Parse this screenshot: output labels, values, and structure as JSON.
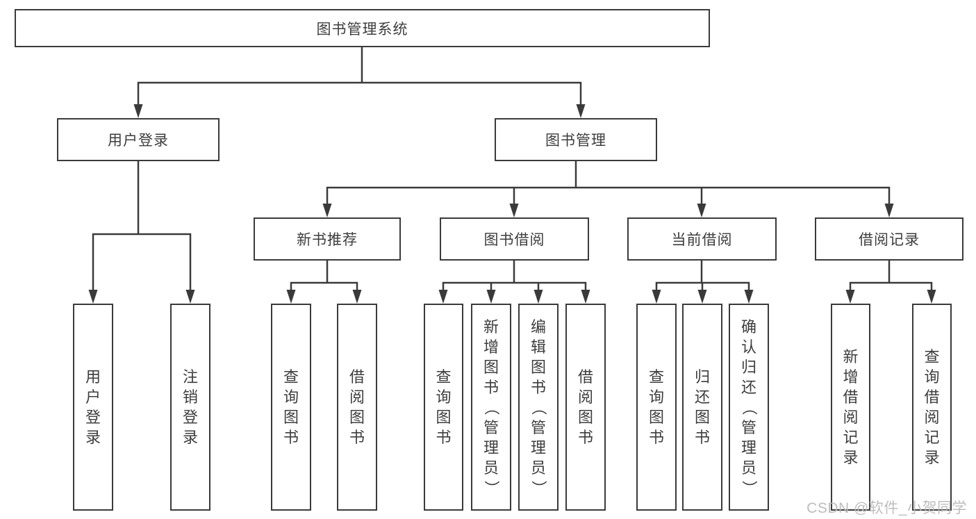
{
  "tree": {
    "root": "图书管理系统",
    "branches": [
      {
        "label": "用户登录",
        "leaves": [
          "用户登录",
          "注销登录"
        ]
      },
      {
        "label": "图书管理",
        "sections": [
          {
            "label": "新书推荐",
            "leaves": [
              "查询图书",
              "借阅图书"
            ]
          },
          {
            "label": "图书借阅",
            "leaves": [
              "查询图书",
              "新增图书（管理员）",
              "编辑图书（管理员）",
              "借阅图书"
            ]
          },
          {
            "label": "当前借阅",
            "leaves": [
              "查询图书",
              "归还图书",
              "确认归还（管理员）"
            ]
          },
          {
            "label": "借阅记录",
            "leaves": [
              "新增借阅记录",
              "查询借阅记录"
            ]
          }
        ]
      }
    ]
  },
  "watermark": {
    "text": "CSDN @软件_小贺同学"
  },
  "colors": {
    "line": "#3a3a3a",
    "box_border": "#3a3a3a",
    "text": "#3d3d3d",
    "watermark": "#b9b9b9",
    "background": "#ffffff"
  }
}
